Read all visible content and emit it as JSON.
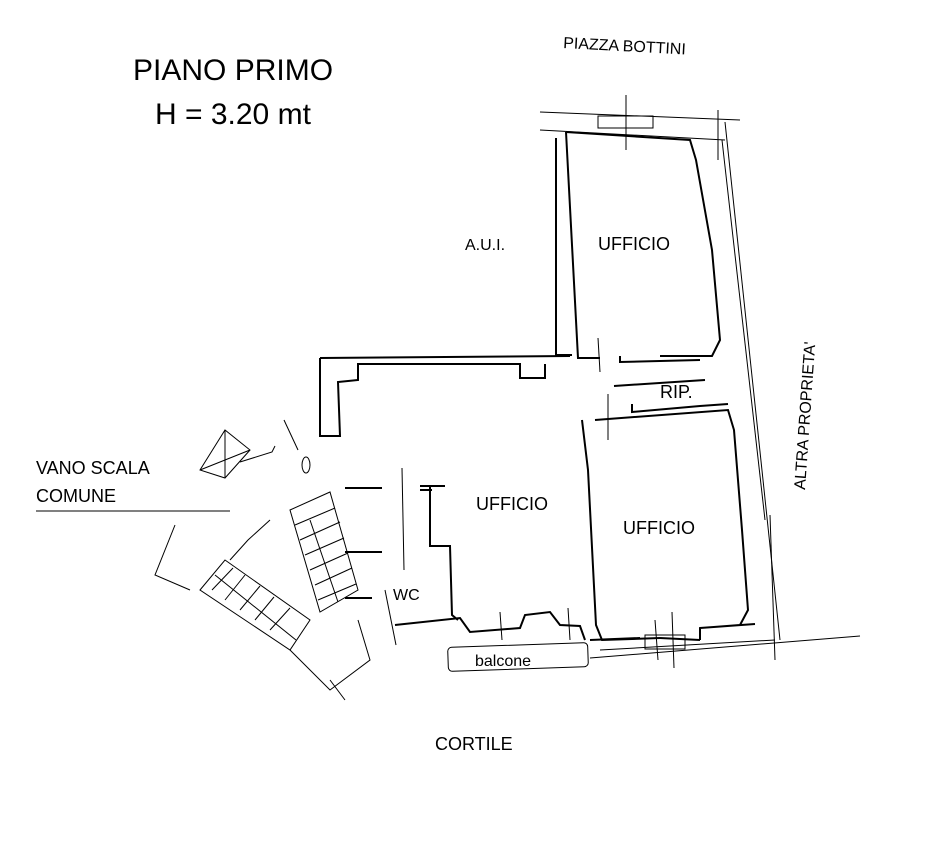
{
  "header": {
    "title": "PIANO PRIMO",
    "height": "H = 3.20 mt"
  },
  "surroundings": {
    "north": "PIAZZA BOTTINI",
    "east": "ALTRA PROPRIETA'",
    "south": "CORTILE",
    "west_line1": "VANO SCALA",
    "west_line2": "COMUNE",
    "adjacent": "A.U.I."
  },
  "rooms": {
    "office_north": "UFFICIO",
    "storage": "RIP.",
    "office_center": "UFFICIO",
    "office_south": "UFFICIO",
    "wc": "WC",
    "balcony": "balcone"
  }
}
